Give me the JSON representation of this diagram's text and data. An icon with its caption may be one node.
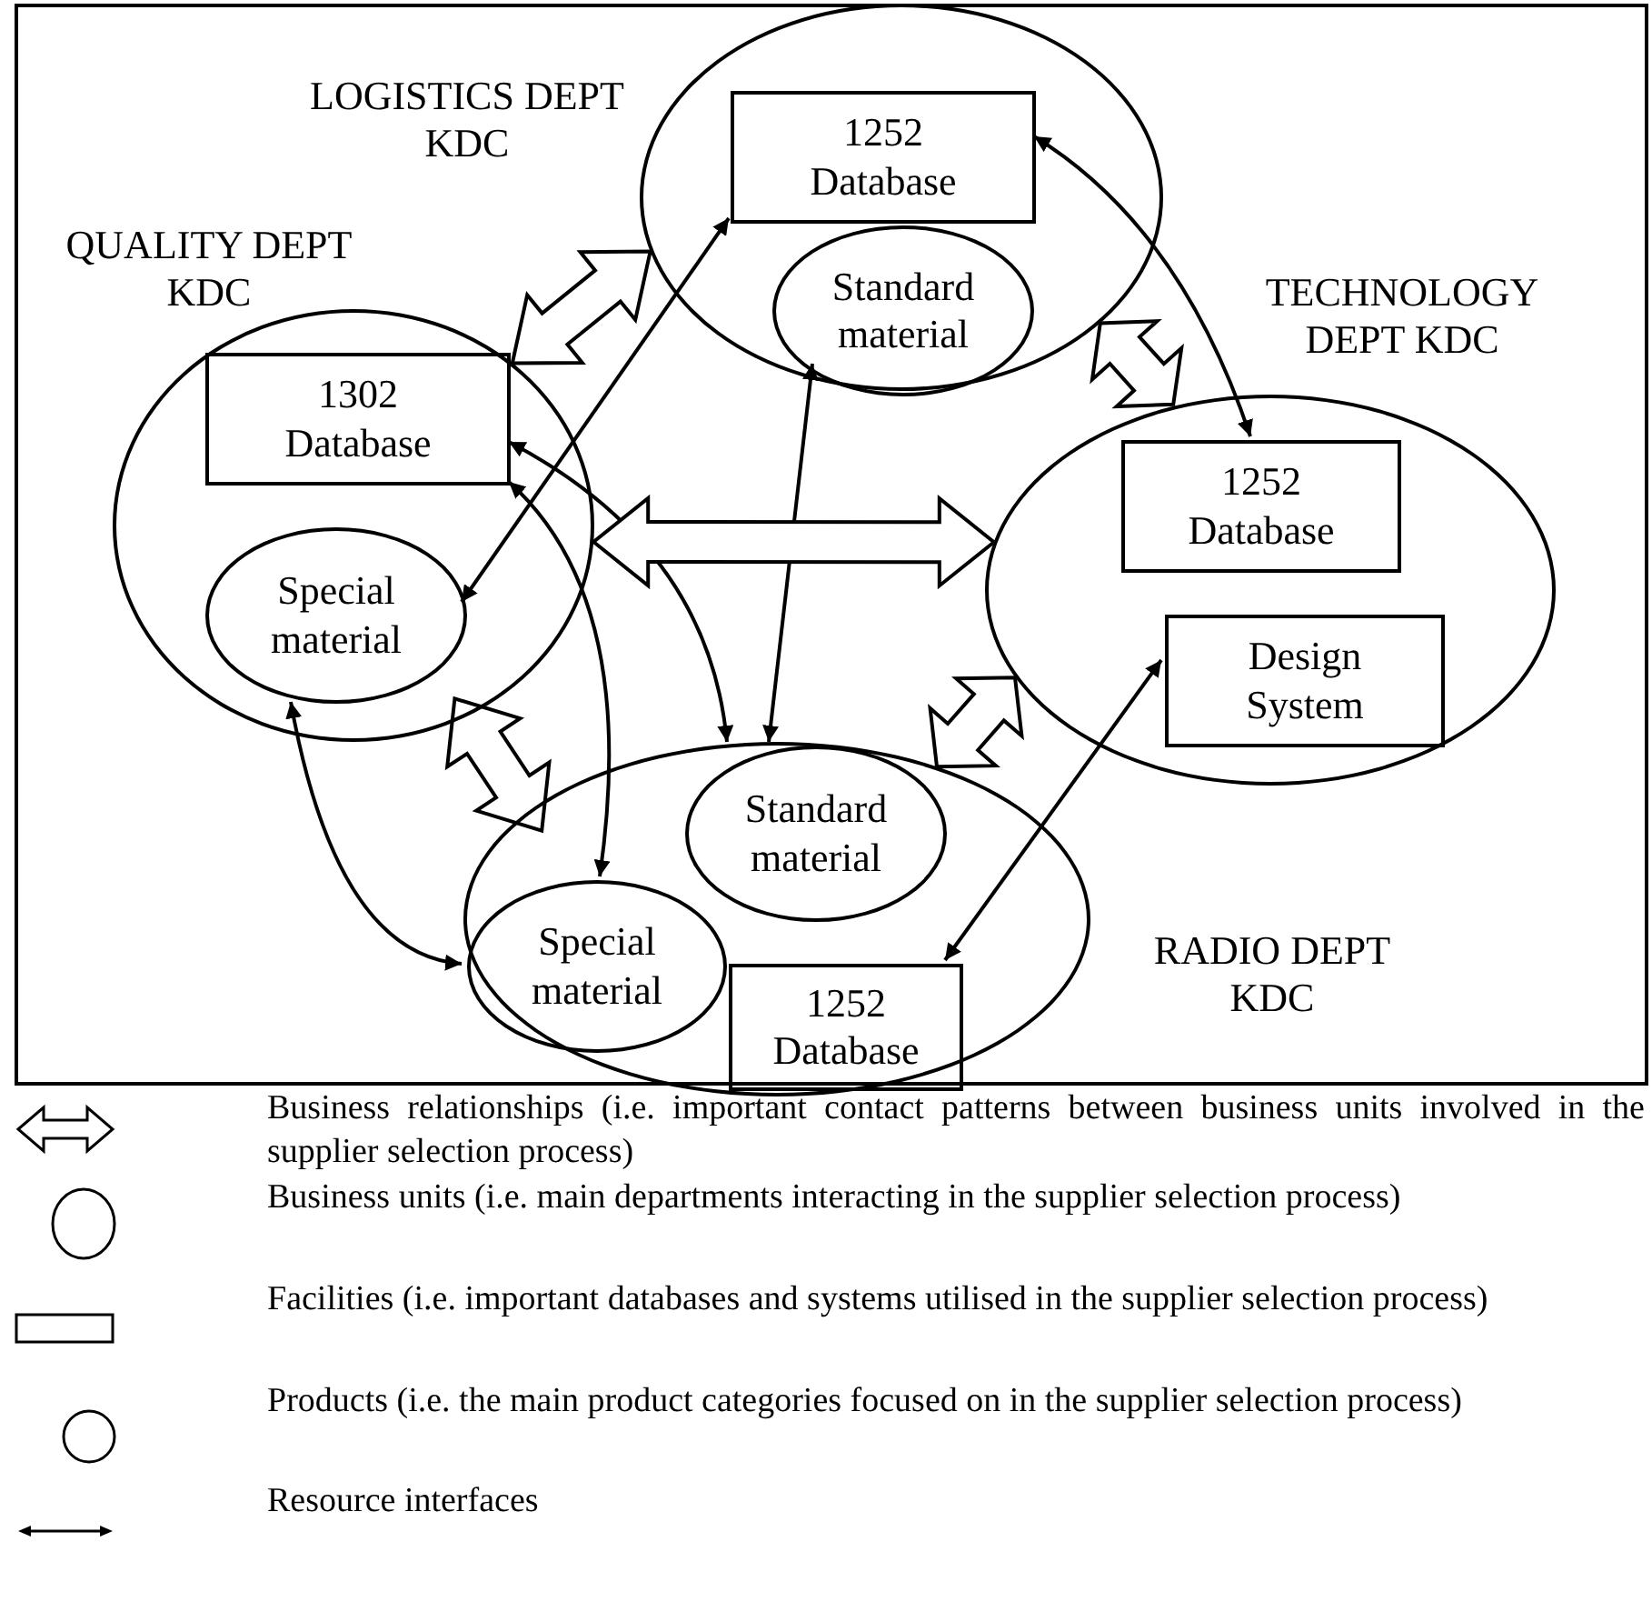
{
  "diagram": {
    "nodes": [
      {
        "text": [
          "LOGISTICS DEPT KDC"
        ]
      },
      {
        "text": [
          "1252 Database"
        ],
        "in": 0
      },
      {
        "text": [
          "Standard material"
        ],
        "in": 0
      },
      {
        "text": [
          "QUALITY DEPT KDC"
        ]
      },
      {
        "text": [
          "1302 Database"
        ],
        "in": 3
      },
      {
        "text": [
          "Special material"
        ],
        "in": 3
      },
      {
        "text": [
          "TECHNOLOGY DEPT KDC"
        ]
      },
      {
        "text": [
          "1252 Database"
        ],
        "in": 6
      },
      {
        "text": [
          "Design System"
        ],
        "in": 6
      },
      {
        "text": [
          "RADIO DEPT KDC"
        ]
      },
      {
        "text": [
          "Standard material"
        ],
        "in": 9
      },
      {
        "text": [
          "Special material"
        ],
        "in": 9
      },
      {
        "text": [
          "1252 Database"
        ],
        "in": 9
      }
    ],
    "edges": [
      {
        "from": 1,
        "to": 5,
        "arrow": "both"
      },
      {
        "from": 1,
        "to": 7,
        "arrow": "both"
      },
      {
        "from": 4,
        "to": 10,
        "arrow": "both"
      },
      {
        "from": 4,
        "to": 11,
        "arrow": "both"
      },
      {
        "from": 2,
        "to": 10,
        "arrow": "both"
      },
      {
        "from": 5,
        "to": 11,
        "arrow": "both"
      },
      {
        "from": 8,
        "to": 12,
        "arrow": "both"
      },
      {
        "from": 3,
        "to": 0,
        "arrow": "both",
        "style": "thick"
      },
      {
        "from": 0,
        "to": 6,
        "arrow": "both",
        "style": "thick"
      },
      {
        "from": 3,
        "to": 6,
        "arrow": "both",
        "style": "thick"
      },
      {
        "from": 3,
        "to": 9,
        "arrow": "both",
        "style": "thick"
      },
      {
        "from": 9,
        "to": 6,
        "arrow": "both",
        "style": "thick"
      }
    ],
    "legend": [
      {
        "text": "Business relationships (i.e. important contact patterns between business units involved in the supplier selection process)"
      },
      {
        "text": "Business units (i.e. main departments interacting in the supplier selection process)"
      },
      {
        "text": "Facilities (i.e. important databases and systems utilised in the supplier selection process)"
      },
      {
        "text": "Products (i.e. the main product categories focused on in the supplier selection process)"
      },
      {
        "text": "Resource interfaces"
      }
    ]
  }
}
